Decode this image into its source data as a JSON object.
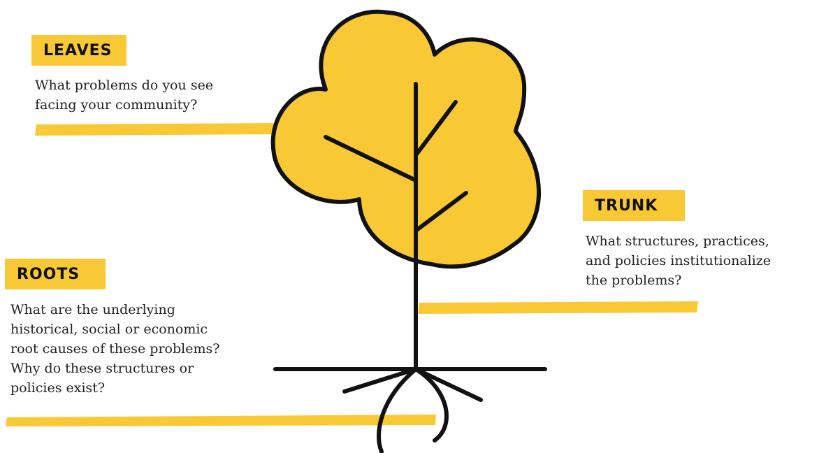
{
  "colors": {
    "accent": "#f9c935",
    "ink": "#111111",
    "text": "#222222",
    "background": "#ffffff"
  },
  "diagram": {
    "leaves": {
      "title": "LEAVES",
      "lines": [
        "What problems do you see",
        "facing your community?"
      ]
    },
    "trunk": {
      "title": "TRUNK",
      "lines": [
        "What structures, practices,",
        "and policies institutionalize",
        "the problems?"
      ]
    },
    "roots": {
      "title": "ROOTS",
      "lines": [
        "What are the underlying",
        "historical, social or economic",
        "root causes of these problems?",
        "Why do these structures or",
        "policies exist?"
      ]
    }
  }
}
